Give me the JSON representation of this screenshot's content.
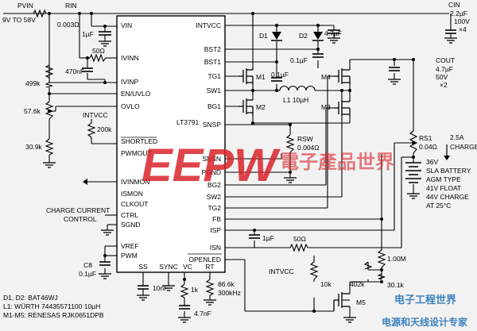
{
  "chip": {
    "name": "LT3791",
    "pins_left": [
      "VIN",
      "IVINN",
      "IVINP",
      "EN/UVLO",
      "OVLO",
      "SHORTLED",
      "PWMOUT",
      "IVINMON",
      "ISMON",
      "CLKOUT",
      "CTRL",
      "SGND",
      "VREF",
      "PWM"
    ],
    "pins_right": [
      "INTVCC",
      "BST2",
      "BST1",
      "TG1",
      "SW1",
      "BG1",
      "SNSP",
      "SNSN",
      "PGND",
      "BG2",
      "SW2",
      "TG2",
      "FB",
      "ISP",
      "ISN",
      "OPENLED"
    ],
    "pins_bottom": [
      "SS",
      "SYNC",
      "VC",
      "RT"
    ]
  },
  "labels": {
    "pvin": "PVIN",
    "vin_range": "9V TO 58V",
    "rin": "RIN",
    "rin_val": "0.003Ω",
    "c1u": "1µF",
    "r50": "50Ω",
    "c470n": "470nF",
    "r499k": "499k",
    "r576k": "57.6k",
    "r309k": "30.9k",
    "intvcc_l": "INTVCC",
    "r200k": "200k",
    "charge_ctrl_1": "CHARGE CURRENT",
    "charge_ctrl_2": "CONTROL",
    "c8": "C8",
    "c8v": "0.1µF",
    "cin": "CIN",
    "cin1": "2.2µF",
    "cin2": "100V",
    "cin3": "×4",
    "d1": "D1",
    "d2": "D2",
    "c47u": "4.7µF",
    "c01u_a": "0.1µF",
    "c01u_b": "0.1µF",
    "m1": "M1",
    "m2": "M2",
    "m3": "M3",
    "m4": "M4",
    "m5": "M5",
    "l1": "L1 10µH",
    "rsw": "RSW",
    "rsw_val": "0.004Ω",
    "cout": "COUT",
    "cout1": "4.7µF",
    "cout2": "50V",
    "cout3": "×2",
    "rs1": "RS1",
    "rs1_val": "0.04Ω",
    "curr1": "2.5A",
    "curr2": "CHARGE",
    "batt1": "36V",
    "batt2": "SLA BATTERY",
    "batt3": "AGM TYPE",
    "batt4": "41V FLOAT",
    "batt5": "44V CHARGE",
    "batt6": "AT 25°C",
    "c1u_isp": "1µF",
    "r50_isn": "50Ω",
    "r100m": "1.00M",
    "intvcc_b": "INTVCC",
    "r10k": "10k",
    "r402k": "402k",
    "r301k": "30.1k",
    "c10n": "10nF",
    "r1k": "1k",
    "c47n": "4.7nF",
    "r866k": "86.6k",
    "f300k": "300kHz",
    "note1": "D1, D2: BAT46WJ",
    "note2": "L1: WÜRTH 74435571100 10µH",
    "note3": "M1-M5: RENESAS RJK0651DPB"
  },
  "watermark": {
    "brand": "EEPW",
    "cn_1": "電子產品世界",
    "cn_2": "电子工程世界",
    "cn_3": "电源和天线设计专家"
  },
  "colors": {
    "watermark_red": "#d8232a",
    "watermark_blue": "#1b6eb5"
  }
}
